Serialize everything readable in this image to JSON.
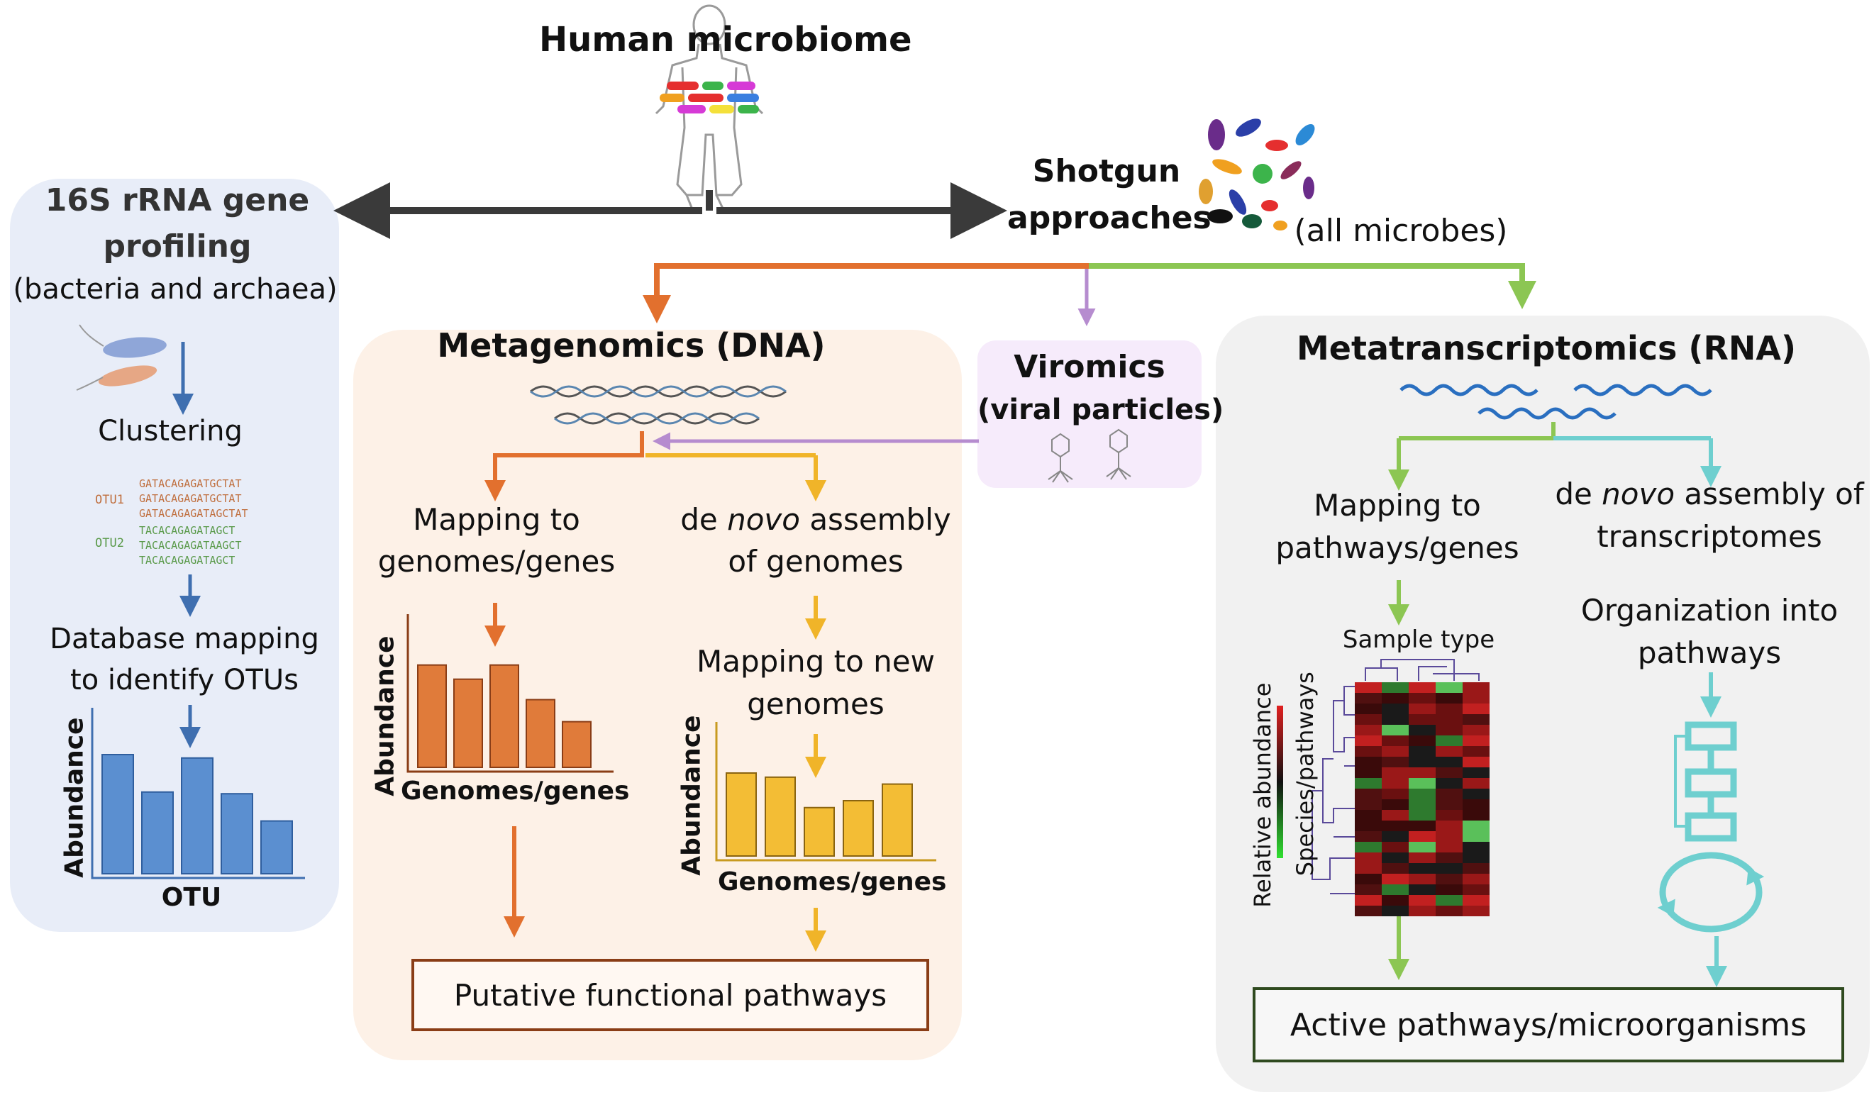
{
  "title": "Human microbiome",
  "shotgun": {
    "line1": "Shotgun",
    "line2": "approaches",
    "note": "(all microbes)"
  },
  "rrna": {
    "title_line1": "16S rRNA gene",
    "title_line2": "profiling",
    "subtitle": "(bacteria and archaea)",
    "step1": "Clustering",
    "otu1_label": "OTU1",
    "otu1_seqs": [
      "GATACAGAGATGCTAT",
      "GATACAGAGATGCTAT",
      "GATACAGAGATAGCTAT"
    ],
    "otu2_label": "OTU2",
    "otu2_seqs": [
      "TACACAGAGATAGCT",
      "TACACAGAGATAAGCT",
      "TACACAGAGATAGCT"
    ],
    "step2_line1": "Database mapping",
    "step2_line2": "to identify OTUs",
    "chart_ylabel": "Abundance",
    "chart_xlabel": "OTU"
  },
  "metagenomics": {
    "title": "Metagenomics (DNA)",
    "branch_a_line1": "Mapping to",
    "branch_a_line2": "genomes/genes",
    "branch_b_line1_pre": "de ",
    "branch_b_line1_em": "novo",
    "branch_b_line1_post": " assembly",
    "branch_b_line2": "of genomes",
    "branch_b_step2_line1": "Mapping to new",
    "branch_b_step2_line2": "genomes",
    "chart_a_ylabel": "Abundance",
    "chart_a_xlabel": "Genomes/genes",
    "chart_b_ylabel": "Abundance",
    "chart_b_xlabel": "Genomes/genes",
    "result": "Putative functional pathways"
  },
  "viromics": {
    "line1": "Viromics",
    "line2": "(viral particles)"
  },
  "metatranscriptomics": {
    "title": "Metatranscriptomics (RNA)",
    "branch_a_line1": "Mapping to",
    "branch_a_line2": "pathways/genes",
    "branch_b_line1_pre": "de ",
    "branch_b_line1_em": "novo",
    "branch_b_line1_post": " assembly of",
    "branch_b_line2": "transcriptomes",
    "branch_b_step2_line1": "Organization into",
    "branch_b_step2_line2": "pathways",
    "heatmap_top": "Sample type",
    "heatmap_left1": "Relative abundance",
    "heatmap_left2": "Species/pathways",
    "result": "Active pathways/microorganisms"
  },
  "colors": {
    "dark": "#3a3a3a",
    "blue": "#3f6fb0",
    "orange": "#e2702e",
    "yellow": "#f0b429",
    "purple": "#b68ccf",
    "green": "#8cc653",
    "teal": "#6ecfcf",
    "bar_blue": "#5b8fd0",
    "bar_orange": "#e07b3a",
    "bar_yellow": "#f3bd35"
  },
  "chart_data": [
    {
      "type": "bar",
      "xlabel": "OTU",
      "ylabel": "Abundance",
      "values": [
        0.7,
        0.48,
        0.68,
        0.47,
        0.31
      ]
    },
    {
      "type": "bar",
      "xlabel": "Genomes/genes",
      "ylabel": "Abundance",
      "values": [
        0.65,
        0.56,
        0.65,
        0.43,
        0.29
      ]
    },
    {
      "type": "bar",
      "xlabel": "Genomes/genes",
      "ylabel": "Abundance",
      "values": [
        0.6,
        0.57,
        0.35,
        0.4,
        0.52
      ]
    }
  ]
}
